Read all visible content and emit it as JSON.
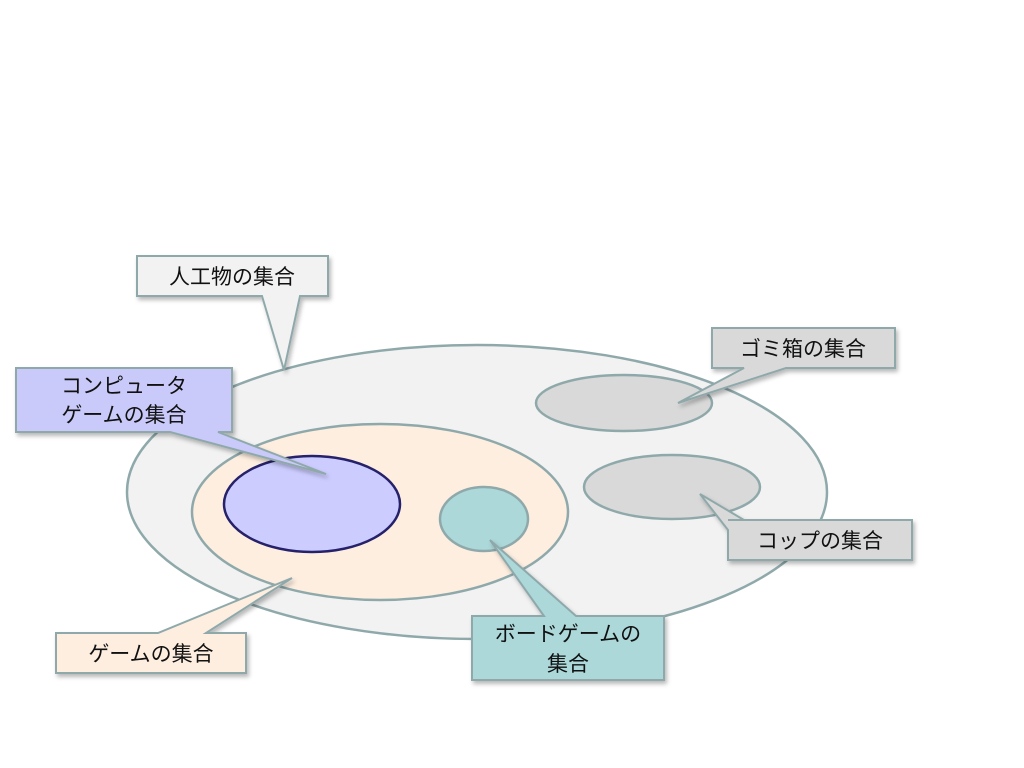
{
  "diagram": {
    "sets": {
      "artifacts": {
        "label": "人工物の集合",
        "fill": "#f2f2f2",
        "stroke": "#8fa9ab"
      },
      "games": {
        "label": "ゲームの集合",
        "fill": "#fdeee0",
        "stroke": "#8fa9ab"
      },
      "computer_games": {
        "label_line1": "コンピュータ",
        "label_line2": "ゲームの集合",
        "fill": "#ccccff",
        "stroke": "#25216a",
        "label_fill": "#c9caf9"
      },
      "board_games": {
        "label_line1": "ボードゲームの",
        "label_line2": "集合",
        "fill": "#acd8da",
        "stroke": "#8fa9ab"
      },
      "trash_cans": {
        "label": "ゴミ箱の集合",
        "fill": "#d9d9d9",
        "stroke": "#8fa9ab"
      },
      "cups": {
        "label": "コップの集合",
        "fill": "#d9d9d9",
        "stroke": "#8fa9ab"
      }
    }
  }
}
